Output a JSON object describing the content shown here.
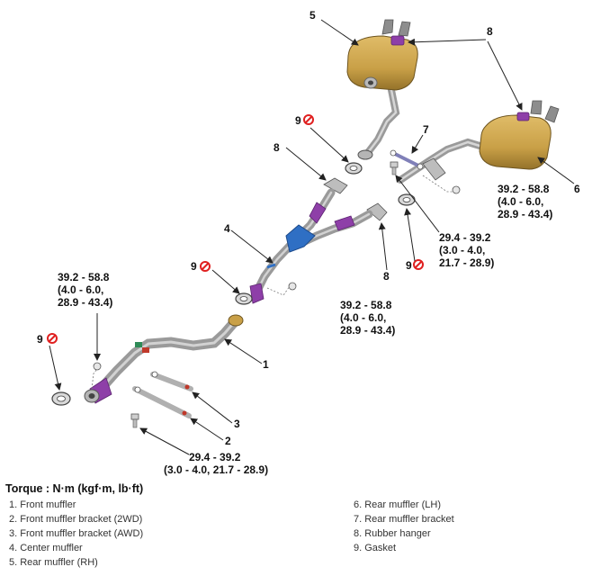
{
  "callouts": {
    "n1": "1",
    "n2": "2",
    "n3": "3",
    "n4": "4",
    "n5": "5",
    "n6": "6",
    "n7": "7",
    "n8": "8",
    "n9": "9"
  },
  "torque_specs": {
    "rear_right": [
      "39.2 - 58.8",
      "(4.0 - 6.0,",
      "28.9 - 43.4)"
    ],
    "bracket_top": [
      "29.4 - 39.2",
      "(3.0 - 4.0,",
      "21.7 - 28.9)"
    ],
    "center": [
      "39.2 - 58.8",
      "(4.0 - 6.0,",
      "28.9 - 43.4)"
    ],
    "front_left": [
      "39.2 - 58.8",
      "(4.0 - 6.0,",
      "28.9 - 43.4)"
    ],
    "bottom": [
      "29.4 - 39.2",
      "(3.0 - 4.0, 21.7 - 28.9)"
    ]
  },
  "torque_title": "Torque : N·m (kgf·m, lb·ft)",
  "legend": {
    "left": [
      "1. Front muffler",
      "2. Front muffler bracket (2WD)",
      "3. Front muffler bracket (AWD)",
      "4. Center muffler",
      "5. Rear muffler (RH)"
    ],
    "right": [
      "6. Rear muffler (LH)",
      "7. Rear muffler bracket",
      "8. Rubber hanger",
      "9. Gasket"
    ]
  },
  "colors": {
    "muffler": "#c9a047",
    "pipe": "#9a9a9a",
    "hanger": "#8e3fa8",
    "center_body": "#2f6fc4",
    "prohibit": "#e02020"
  },
  "icons": [
    "no-reuse-icon",
    "bolt-icon",
    "nut-icon",
    "gasket-icon"
  ]
}
